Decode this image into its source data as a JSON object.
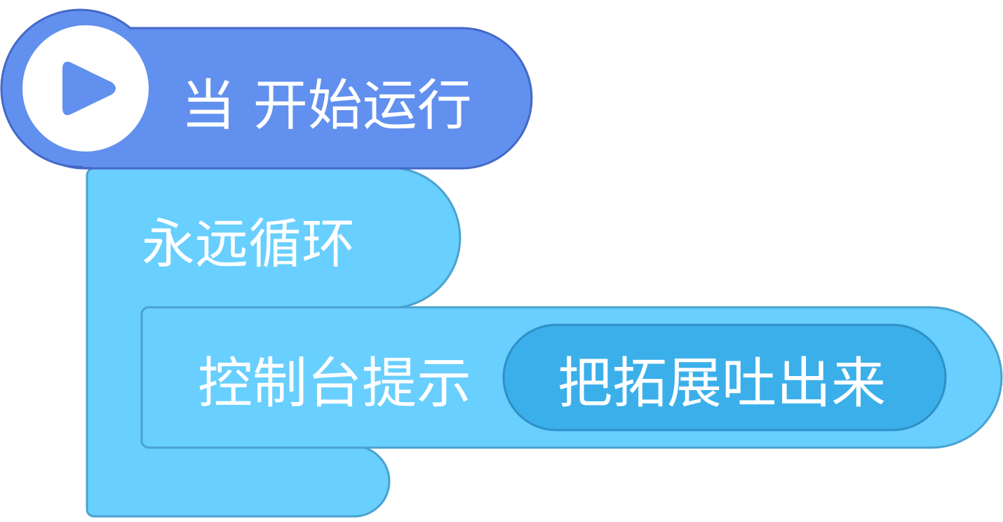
{
  "colors": {
    "event_fill": "#6190EE",
    "event_stroke": "#4468C8",
    "control_fill": "#68CFFF",
    "control_stroke": "#4AA2CF",
    "input_fill": "#3BAFEA",
    "input_stroke": "#2F8FC7",
    "text": "#FFFFFF"
  },
  "hat_block": {
    "icon": "play-icon",
    "label": "当 开始运行"
  },
  "loop_block": {
    "label": "永远循环"
  },
  "statement_block": {
    "label": "控制台提示",
    "argument": "把拓展吐出来"
  }
}
